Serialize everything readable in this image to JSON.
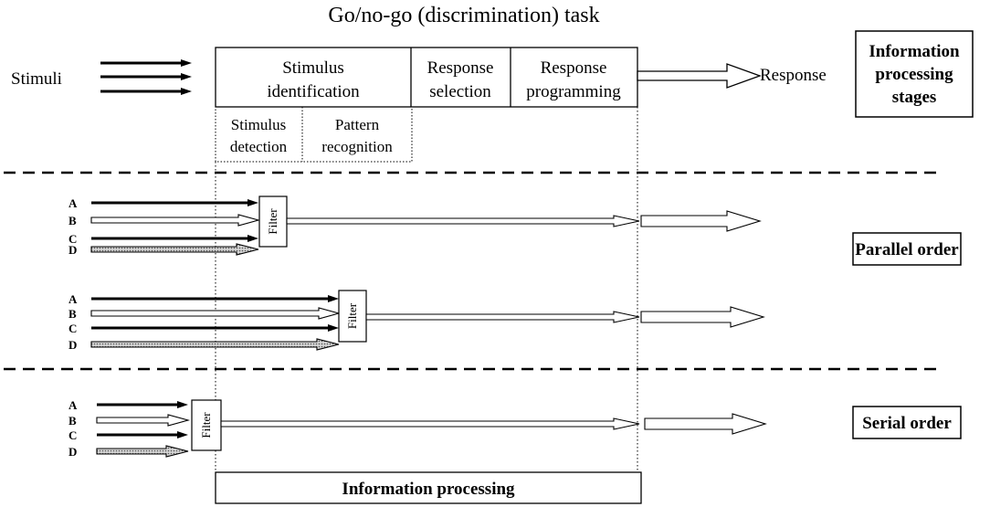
{
  "title": "Go/no-go (discrimination) task",
  "stimuli_label": "Stimuli",
  "response_label": "Response",
  "stages": {
    "stimulus_identification": [
      "Stimulus",
      "identification"
    ],
    "response_selection": [
      "Response",
      "selection"
    ],
    "response_programming": [
      "Response",
      "programming"
    ],
    "stimulus_detection": [
      "Stimulus",
      "detection"
    ],
    "pattern_recognition": [
      "Pattern",
      "recognition"
    ]
  },
  "side_labels": {
    "info_stages": [
      "Information",
      "processing",
      "stages"
    ],
    "parallel": "Parallel order",
    "serial": "Serial order"
  },
  "letters": [
    "A",
    "B",
    "C",
    "D"
  ],
  "filter_label": "Filter",
  "bottom_label": "Information processing",
  "colors": {
    "line": "#000000",
    "open_arrow_fill": "#ffffff",
    "dotted_arrow_fill": "#c8c8c8"
  }
}
